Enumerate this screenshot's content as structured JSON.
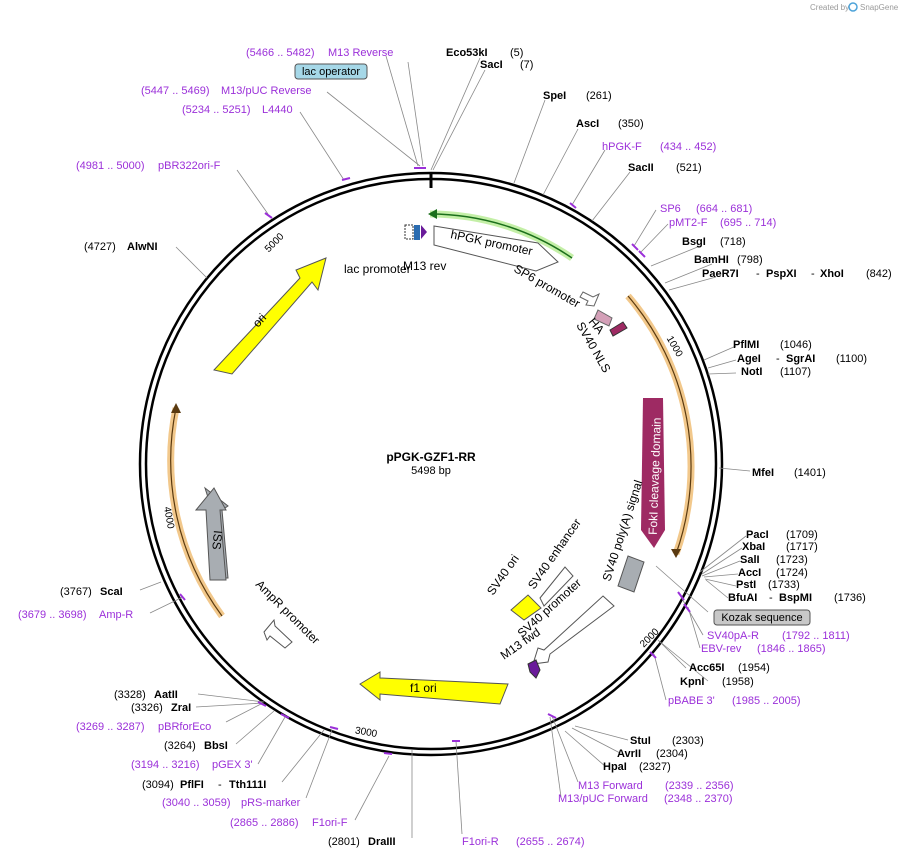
{
  "credit": {
    "prefix": "Created by",
    "brand": "SnapGene"
  },
  "map": {
    "name": "pPGK-GZF1-RR",
    "size": "5498 bp"
  },
  "ticks": [
    "1000",
    "2000",
    "3000",
    "4000",
    "5000"
  ],
  "enzymes_right": [
    {
      "name": "Eco53kI",
      "pos": "(5)"
    },
    {
      "name": "SacI",
      "pos": "(7)"
    },
    {
      "name": "SpeI",
      "pos": "(261)"
    },
    {
      "name": "AscI",
      "pos": "(350)"
    },
    {
      "name": "SacII",
      "pos": "(521)"
    },
    {
      "name": "BsgI",
      "pos": "(718)"
    },
    {
      "name": "BamHI",
      "pos": "(798)"
    },
    {
      "name": "PaeR7I",
      "sep1": "-",
      "name2": "PspXI",
      "sep2": "-",
      "name3": "XhoI",
      "pos": "(842)"
    },
    {
      "name": "PflMI",
      "pos": "(1046)"
    },
    {
      "name": "AgeI",
      "sep1": "-",
      "name2": "SgrAI",
      "pos": "(1100)"
    },
    {
      "name": "NotI",
      "pos": "(1107)"
    },
    {
      "name": "MfeI",
      "pos": "(1401)"
    },
    {
      "name": "PacI",
      "pos": "(1709)"
    },
    {
      "name": "XbaI",
      "pos": "(1717)"
    },
    {
      "name": "SalI",
      "pos": "(1723)"
    },
    {
      "name": "AccI",
      "pos": "(1724)"
    },
    {
      "name": "PstI",
      "pos": "(1733)"
    },
    {
      "name": "BfuAI",
      "sep1": "-",
      "name2": "BspMI",
      "pos": "(1736)"
    },
    {
      "name": "Acc65I",
      "pos": "(1954)"
    },
    {
      "name": "KpnI",
      "pos": "(1958)"
    },
    {
      "name": "StuI",
      "pos": "(2303)"
    },
    {
      "name": "AvrII",
      "pos": "(2304)"
    },
    {
      "name": "HpaI",
      "pos": "(2327)"
    }
  ],
  "enzymes_left": [
    {
      "name": "AlwNI",
      "pos": "(4727)"
    },
    {
      "name": "ScaI",
      "pos": "(3767)"
    },
    {
      "name": "AatII",
      "pos": "(3328)"
    },
    {
      "name": "ZraI",
      "pos": "(3326)"
    },
    {
      "name": "BbsI",
      "pos": "(3264)"
    },
    {
      "name": "PflFI",
      "sep1": "-",
      "name2": "Tth111I",
      "pos": "(3094)"
    },
    {
      "name": "DraIII",
      "pos": "(2801)"
    }
  ],
  "primers": [
    {
      "name": "M13 Reverse",
      "range": "(5466 .. 5482)"
    },
    {
      "name": "M13/pUC Reverse",
      "range": "(5447 .. 5469)"
    },
    {
      "name": "L4440",
      "range": "(5234 .. 5251)"
    },
    {
      "name": "pBR322ori-F",
      "range": "(4981 .. 5000)"
    },
    {
      "name": "hPGK-F",
      "range": "(434 .. 452)"
    },
    {
      "name": "SP6",
      "range": "(664 .. 681)"
    },
    {
      "name": "pMT2-F",
      "range": "(695 .. 714)"
    },
    {
      "name": "SV40pA-R",
      "range": "(1792 .. 1811)"
    },
    {
      "name": "EBV-rev",
      "range": "(1846 .. 1865)"
    },
    {
      "name": "pBABE 3'",
      "range": "(1985 .. 2005)"
    },
    {
      "name": "M13 Forward",
      "range": "(2339 .. 2356)"
    },
    {
      "name": "M13/pUC Forward",
      "range": "(2348 .. 2370)"
    },
    {
      "name": "Amp-R",
      "range": "(3679 .. 3698)"
    },
    {
      "name": "pBRforEco",
      "range": "(3269 .. 3287)"
    },
    {
      "name": "pGEX 3'",
      "range": "(3194 .. 3216)"
    },
    {
      "name": "pRS-marker",
      "range": "(3040 .. 3059)"
    },
    {
      "name": "F1ori-F",
      "range": "(2865 .. 2886)"
    },
    {
      "name": "F1ori-R",
      "range": "(2655 .. 2674)"
    }
  ],
  "boxed_labels": [
    "lac operator",
    "Kozak sequence"
  ],
  "features": {
    "hpgk_promoter": "hPGK promoter",
    "lac_promoter": "lac promoter",
    "m13_rev": "M13 rev",
    "sp6_promoter": "SP6 promoter",
    "ha": "HA",
    "sv40_nls": "SV40 NLS",
    "foki": "FokI cleavage domain",
    "sv40_polya": "SV40 poly(A) signal",
    "sv40_enhancer": "SV40 enhancer",
    "sv40_ori": "SV40 ori",
    "sv40_promoter": "SV40 promoter",
    "m13_fwd": "M13 fwd",
    "f1_ori": "f1 ori",
    "ampr_promoter": "AmpR promoter",
    "ori": "ori",
    "iss": "ISS"
  },
  "colors": {
    "enzyme_text": "#000000",
    "primer_text": "#9b30d9",
    "ori_fill": "#ffff00",
    "foki_fill": "#9e2a63",
    "promoter_fill": "#ffffff",
    "gray_feature": "#a8adb2",
    "hpgk_glow": "#7cdc3c",
    "orange_glow": "#e89a2c",
    "box_lac": "#a6d8e8",
    "box_kozak": "#c8c8c8"
  }
}
